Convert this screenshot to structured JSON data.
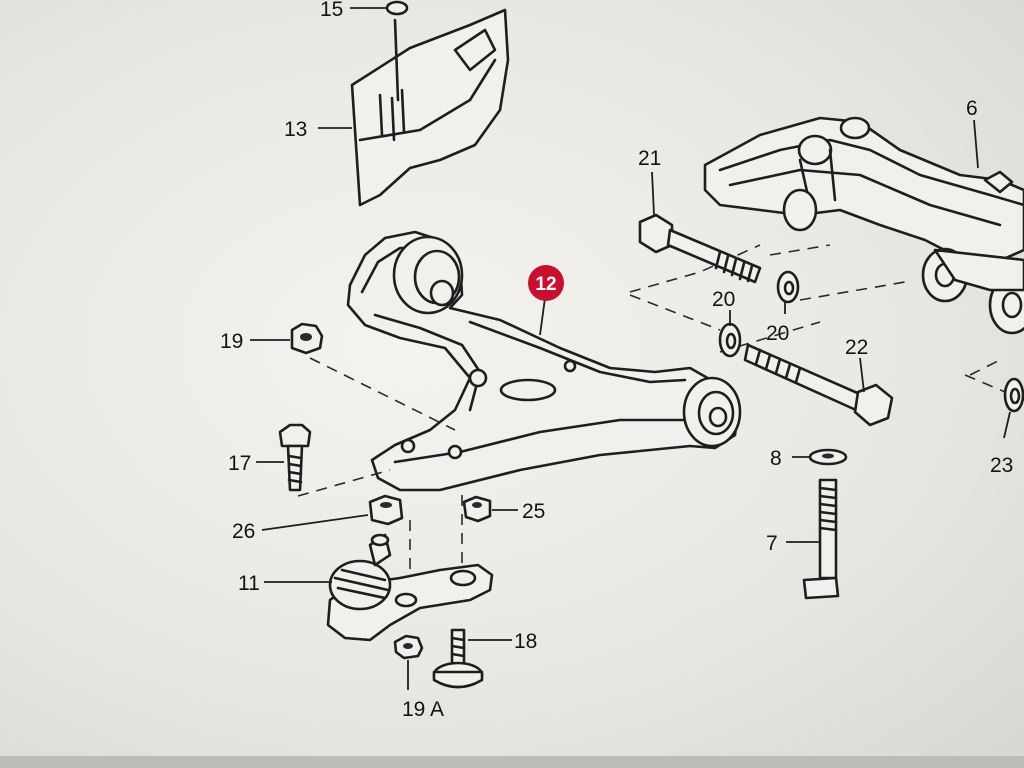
{
  "callouts": {
    "c15": "15",
    "c13": "13",
    "c6": "6",
    "c21": "21",
    "c12": "12",
    "c20a": "20",
    "c20b": "20",
    "c22": "22",
    "c19": "19",
    "c17": "17",
    "c8": "8",
    "c25": "25",
    "c26": "26",
    "c7": "7",
    "c23": "23",
    "c11": "11",
    "c18": "18",
    "c19a": "19 A"
  },
  "colors": {
    "highlight_badge": "#c8102e",
    "ink": "#1e1e1e",
    "paper": "#efeee9"
  }
}
